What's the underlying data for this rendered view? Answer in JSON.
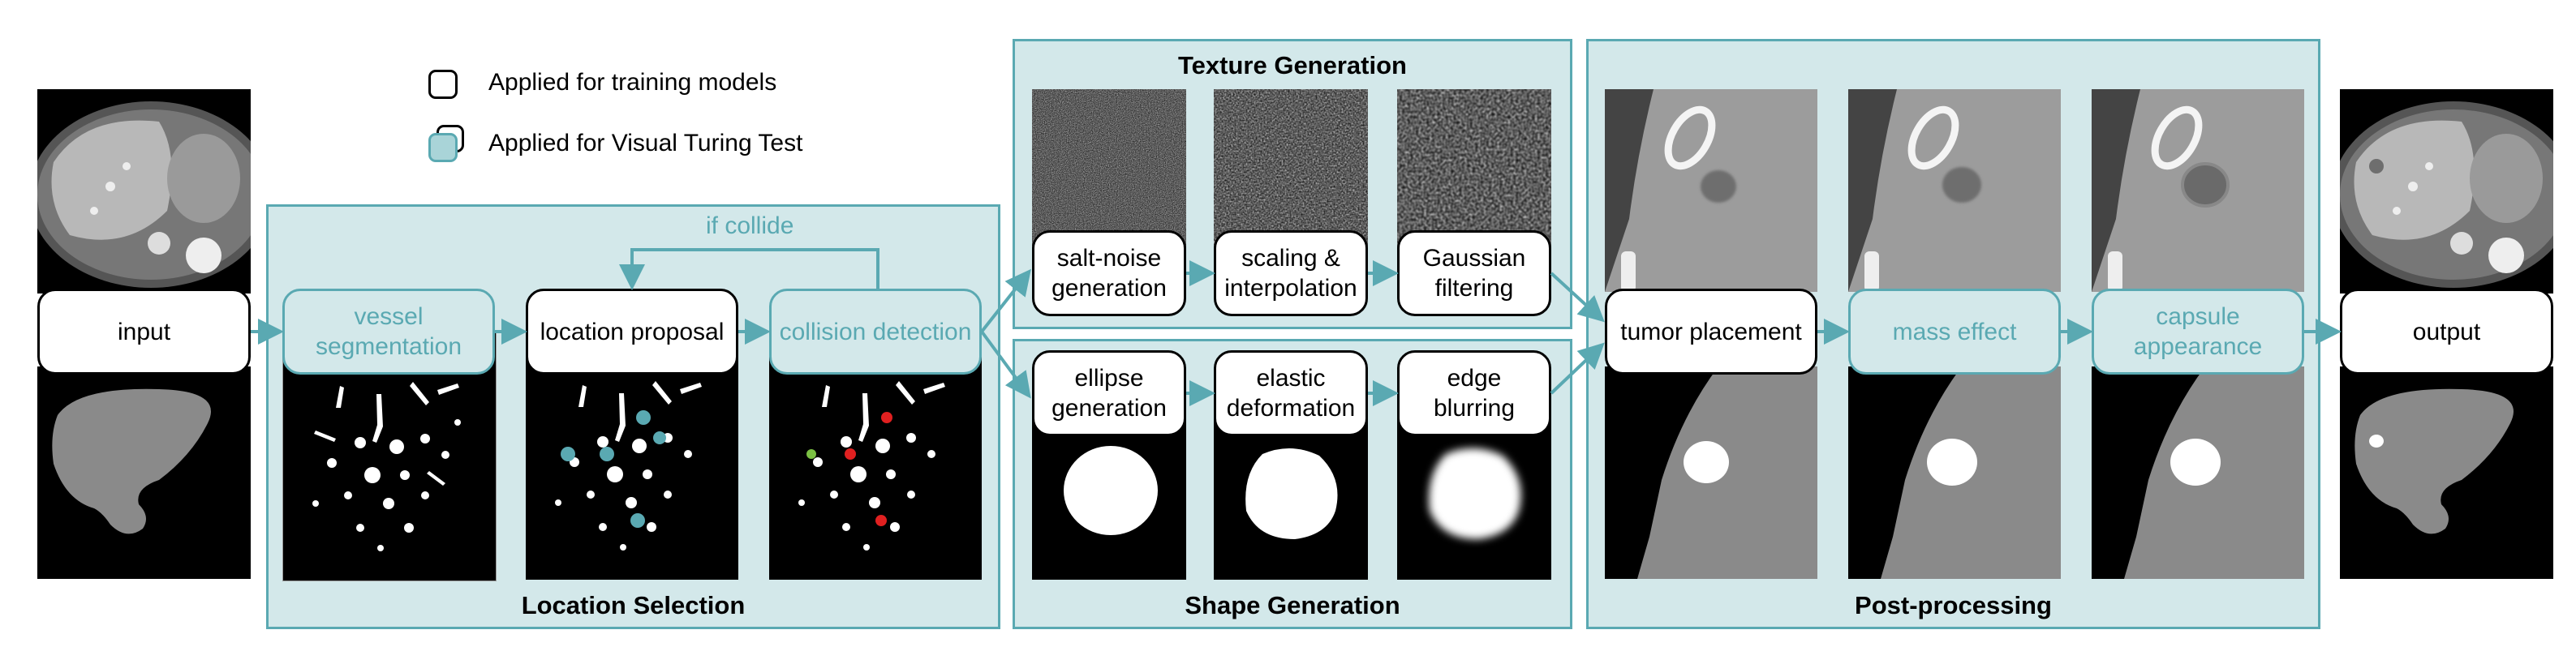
{
  "legend": {
    "training_label": "Applied for training models",
    "vtt_label": "Applied for Visual Turing Test"
  },
  "io": {
    "input_label": "input",
    "output_label": "output"
  },
  "location_selection": {
    "title": "Location Selection",
    "vessel_label": "vessel segmentation",
    "proposal_label": "location proposal",
    "collision_label": "collision detection",
    "loop_label": "if collide"
  },
  "texture_generation": {
    "title": "Texture Generation",
    "salt_label": "salt-noise generation",
    "scaling_label": "scaling & interpolation",
    "gaussian_label": "Gaussian filtering"
  },
  "shape_generation": {
    "title": "Shape Generation",
    "ellipse_label": "ellipse generation",
    "elastic_label": "elastic deformation",
    "edge_label": "edge blurring"
  },
  "post_processing": {
    "title": "Post-processing",
    "tumor_label": "tumor placement",
    "mass_label": "mass effect",
    "capsule_label": "capsule appearance"
  },
  "colors": {
    "teal_border": "#5aa9b2",
    "teal_fill": "#d3e8ea",
    "text_teal": "#5aa9b2",
    "liver_gray": "#8a8a8a"
  }
}
